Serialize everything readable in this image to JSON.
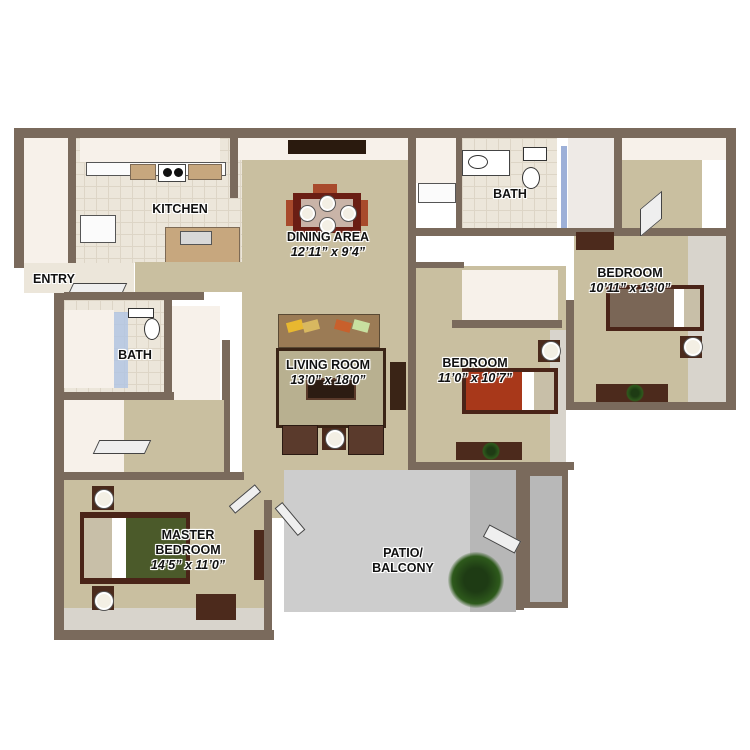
{
  "floor_plan": {
    "type": "apartment-floor-plan",
    "bedrooms": 3,
    "bathrooms": 2,
    "rooms": {
      "kitchen": {
        "name": "KITCHEN"
      },
      "dining": {
        "name": "DINING AREA",
        "dimensions": "12’11” x 9’4”"
      },
      "entry": {
        "name": "ENTRY"
      },
      "bath_top": {
        "name": "BATH"
      },
      "bath_left": {
        "name": "BATH"
      },
      "bedroom_right": {
        "name": "BEDROOM",
        "dimensions": "10’11” x 13’0”"
      },
      "bedroom_middle": {
        "name": "BEDROOM",
        "dimensions": "11’0” x 10’7”"
      },
      "living": {
        "name": "LIVING ROOM",
        "dimensions": "13’0” x 18’0”"
      },
      "master": {
        "name_line1": "MASTER",
        "name_line2": "BEDROOM",
        "dimensions": "14’5” x 11’0”"
      },
      "patio": {
        "name_line1": "PATIO/",
        "name_line2": "BALCONY"
      }
    },
    "colors": {
      "wall": "#7a6a5c",
      "carpet": "#c9bfa0",
      "tile": "#ece6da",
      "patio": "#c8c8c8",
      "master_bed": "#4b5a2a",
      "middle_bed": "#a8381a",
      "right_bed": "#7a6656",
      "sofa": "#9b7b55",
      "chair": "#5a3a2c"
    }
  }
}
